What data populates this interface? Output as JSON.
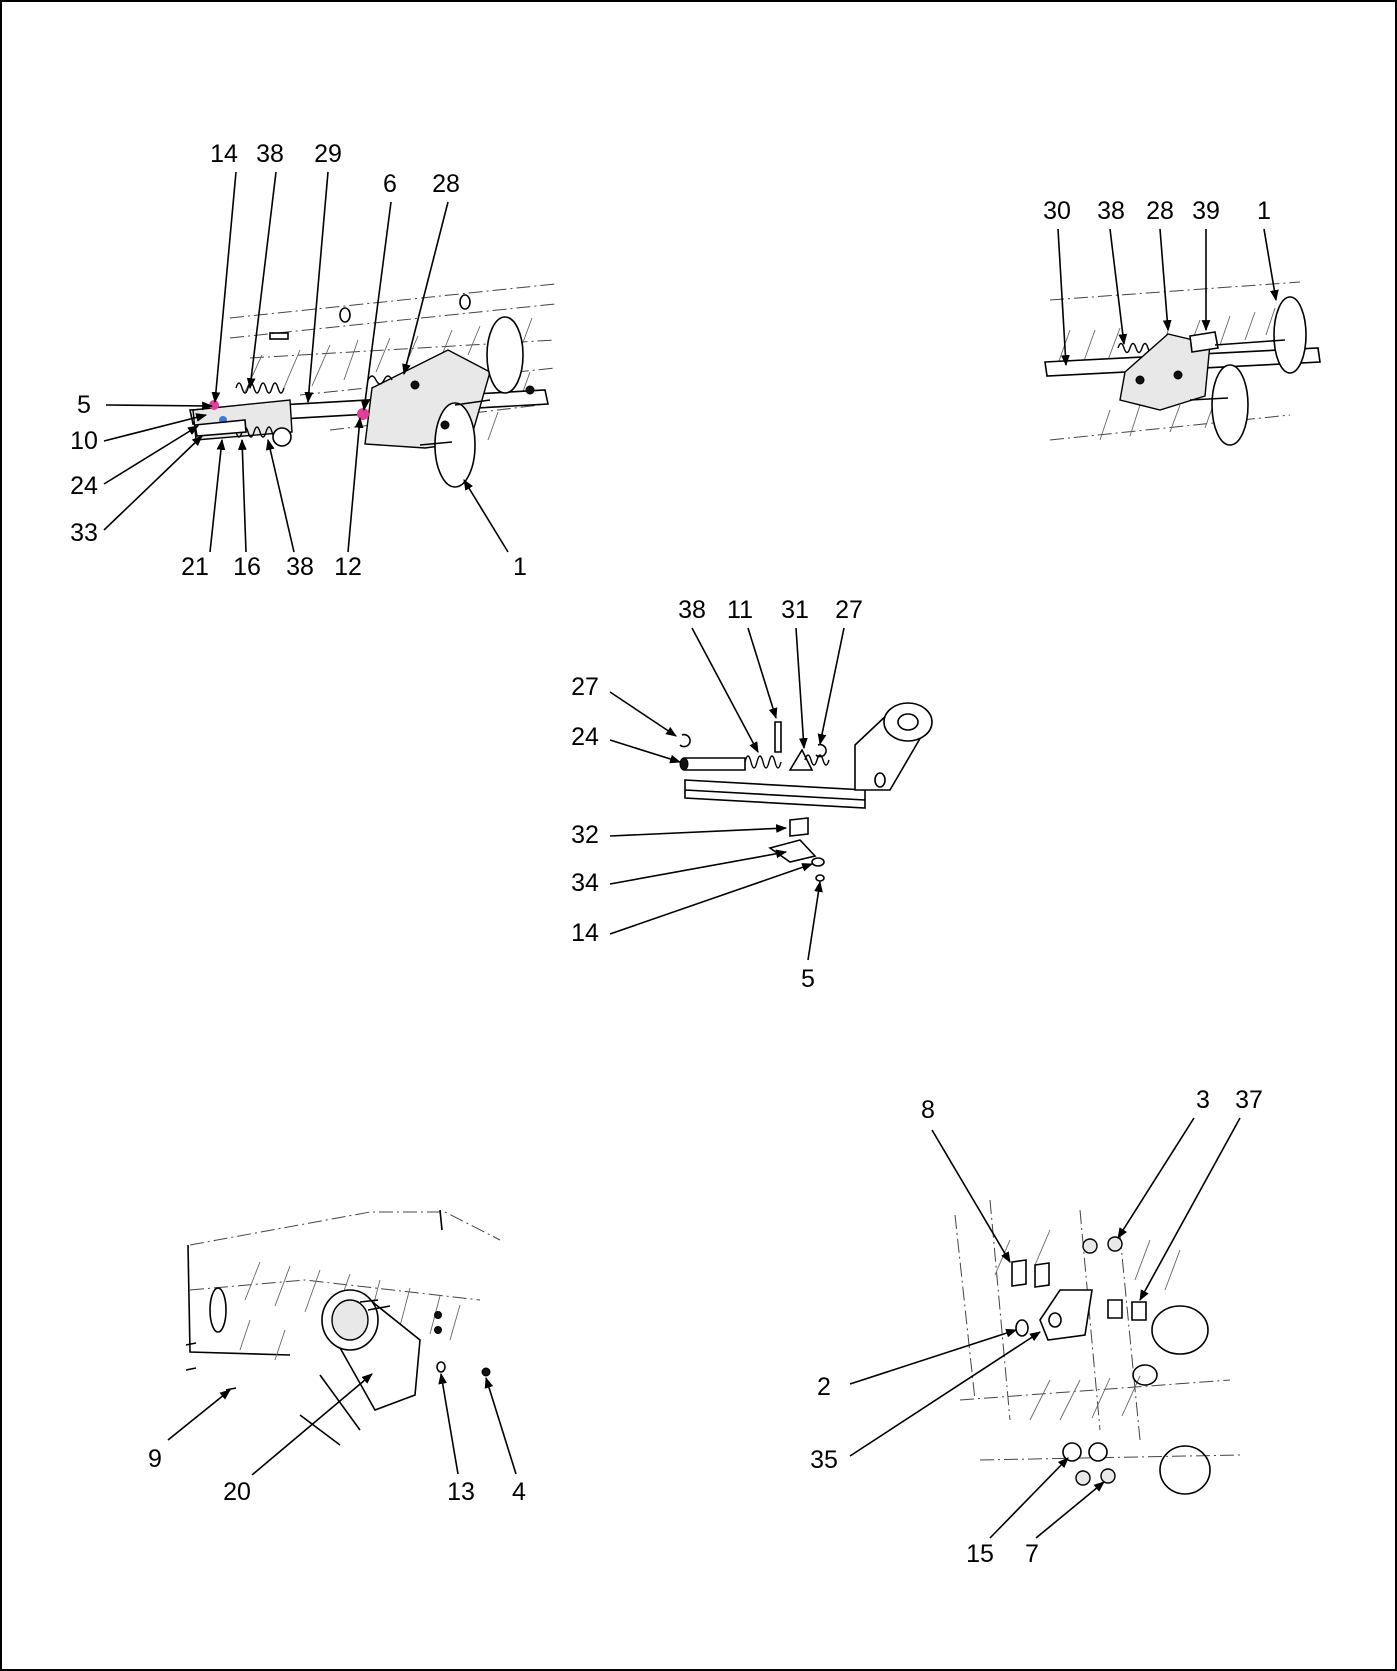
{
  "callouts": {
    "view1": [
      "14",
      "38",
      "29",
      "6",
      "28",
      "5",
      "10",
      "24",
      "33",
      "21",
      "16",
      "38",
      "12",
      "1"
    ],
    "view2": [
      "30",
      "38",
      "28",
      "39",
      "1"
    ],
    "view3": [
      "38",
      "11",
      "31",
      "27",
      "27",
      "24",
      "32",
      "34",
      "14",
      "5"
    ],
    "view4": [
      "9",
      "20",
      "13",
      "4"
    ],
    "view5": [
      "8",
      "3",
      "37",
      "2",
      "35",
      "15",
      "7"
    ]
  },
  "colors": {
    "line": "#000000",
    "background": "#ffffff",
    "marker_pink": "#e0409a",
    "marker_blue": "#3a7bd5"
  }
}
